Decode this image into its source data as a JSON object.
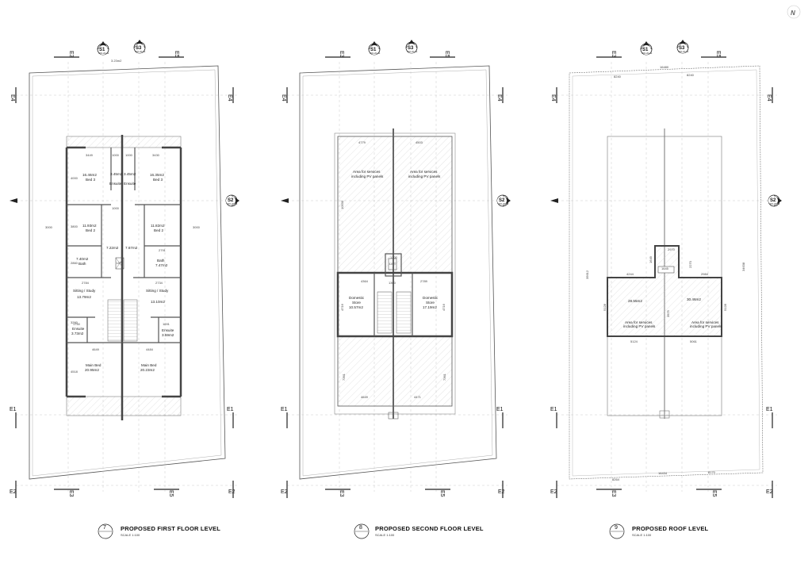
{
  "north": {
    "label": "N"
  },
  "levels": [
    {
      "number": "7",
      "title": "PROPOSED FIRST FLOOR LEVEL",
      "scale": "SCALE 1:100",
      "axes": {
        "top_left": "E3",
        "top_right": "E5",
        "mid_left": "E4",
        "mid_right": "E4",
        "low_left": "E1",
        "low_right": "E1",
        "bot_left": "E2",
        "bot_right": "E2",
        "bot_e3": "E3",
        "bot_e5": "E5"
      },
      "sections": {
        "s1": "S1",
        "s3": "S3",
        "s2": "S2",
        "ref": "400-20-11"
      },
      "top_dim": "3.23m2",
      "rooms": [
        {
          "name": "16.46m2",
          "sub": "Bed 3"
        },
        {
          "name": "16.35m2",
          "sub": "Bed 3"
        },
        {
          "name": "3.45m2",
          "sub": ""
        },
        {
          "name": "3.45m2",
          "sub": ""
        },
        {
          "name": "Ensuite",
          "sub": ""
        },
        {
          "name": "Ensuite",
          "sub": ""
        },
        {
          "name": "11.93m2",
          "sub": "Bed 2"
        },
        {
          "name": "11.82m2",
          "sub": "Bed 2"
        },
        {
          "name": "7.22m2",
          "sub": ""
        },
        {
          "name": "7.67m2",
          "sub": ""
        },
        {
          "name": "7.40m2",
          "sub": "Bath"
        },
        {
          "name": "Bath",
          "sub": "7.47m2"
        },
        {
          "name": "Sitting / Study",
          "sub": "13.79m2"
        },
        {
          "name": "Sitting / Study",
          "sub": "13.10m2"
        },
        {
          "name": "Ensuite",
          "sub": "3.73m2"
        },
        {
          "name": "Ensuite",
          "sub": "3.59m2"
        },
        {
          "name": "Main Bed",
          "sub": "20.95m2"
        },
        {
          "name": "Main Bed",
          "sub": "20.23m2"
        }
      ],
      "dims": [
        "3449",
        "1000",
        "1000",
        "3430",
        "4000",
        "3000",
        "3000",
        "1000",
        "3800",
        "2791",
        "2784",
        "2734",
        "1750",
        "1691",
        "4649",
        "4484",
        "4518",
        "LIFT",
        "3260",
        "2860"
      ]
    },
    {
      "number": "8",
      "title": "PROPOSED SECOND FLOOR LEVEL",
      "scale": "SCALE 1:100",
      "axes": {
        "top_left": "E3",
        "top_right": "E5",
        "mid_left": "E4",
        "mid_right": "E4",
        "low_left": "E1",
        "low_right": "E1",
        "bot_left": "E2",
        "bot_right": "E2",
        "bot_e3": "E3",
        "bot_e5": "E5"
      },
      "sections": {
        "s1": "S1",
        "s3": "S3",
        "s2": "S2",
        "ref": "400-20-11"
      },
      "rooms": [
        {
          "name": "Area for services",
          "sub": "including PV panels"
        },
        {
          "name": "Area for services",
          "sub": "including PV panels"
        },
        {
          "name": "Domestic",
          "sub": "Store"
        },
        {
          "name": "10.57m2",
          "sub": ""
        },
        {
          "name": "Domestic",
          "sub": "Store"
        },
        {
          "name": "17.19m2",
          "sub": ""
        }
      ],
      "dims": [
        "4779",
        "4503",
        "10530",
        "1300",
        "4364",
        "2789",
        "4716",
        "4716",
        "7361",
        "7361",
        "4649",
        "4471",
        "LIFT",
        "1300"
      ]
    },
    {
      "number": "9",
      "title": "PROPOSED ROOF LEVEL",
      "scale": "SCALE 1:100",
      "axes": {
        "top_left": "E3",
        "top_right": "E5",
        "mid_left": "E4",
        "mid_right": "E4",
        "low_left": "E1",
        "low_right": "E1",
        "bot_left": "E2",
        "bot_right": "E2",
        "bot_e3": "E3",
        "bot_e5": "E5"
      },
      "sections": {
        "s1": "S1",
        "s3": "S3",
        "s2": "S2",
        "ref": "400-20-11"
      },
      "rooms": [
        {
          "name": "28.55m2",
          "sub": ""
        },
        {
          "name": "30.46m2",
          "sub": ""
        },
        {
          "name": "Area for services",
          "sub": "including PV panels"
        },
        {
          "name": "Area for services",
          "sub": "including PV panels"
        }
      ],
      "dims": [
        "16480",
        "8240",
        "8240",
        "2970",
        "1649",
        "1645",
        "2270",
        "4244",
        "2984",
        "5128",
        "5128",
        "5124",
        "5061",
        "35612",
        "34638",
        "16434",
        "8264",
        "8170",
        "3975"
      ]
    }
  ]
}
